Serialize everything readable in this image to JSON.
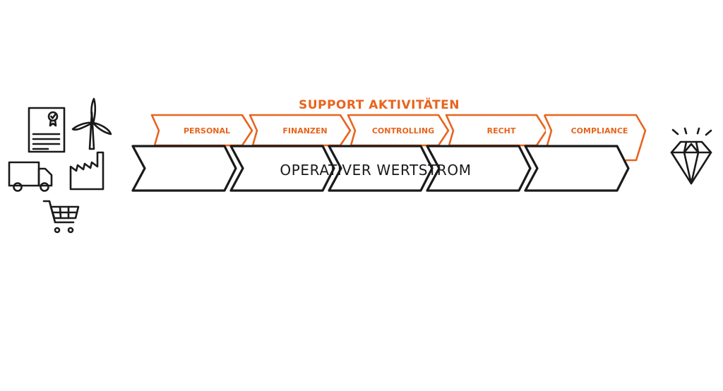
{
  "diagram": {
    "support_title": "SUPPORT AKTIVITÄTEN",
    "support_activities": [
      {
        "label": "PERSONAL"
      },
      {
        "label": "FINANZEN"
      },
      {
        "label": "CONTROLLING"
      },
      {
        "label": "RECHT"
      },
      {
        "label": "COMPLIANCE"
      }
    ],
    "value_stream_label": "OPERATIVER WERTSTROM",
    "value_stream_segments": 5,
    "input_icons": [
      "certificate-icon",
      "wind-turbine-icon",
      "truck-icon",
      "factory-icon",
      "shopping-cart-icon"
    ],
    "output_icon": "diamond-icon",
    "colors": {
      "accent": "#e8641e",
      "ink": "#1a1a1a",
      "background": "#ffffff"
    }
  }
}
